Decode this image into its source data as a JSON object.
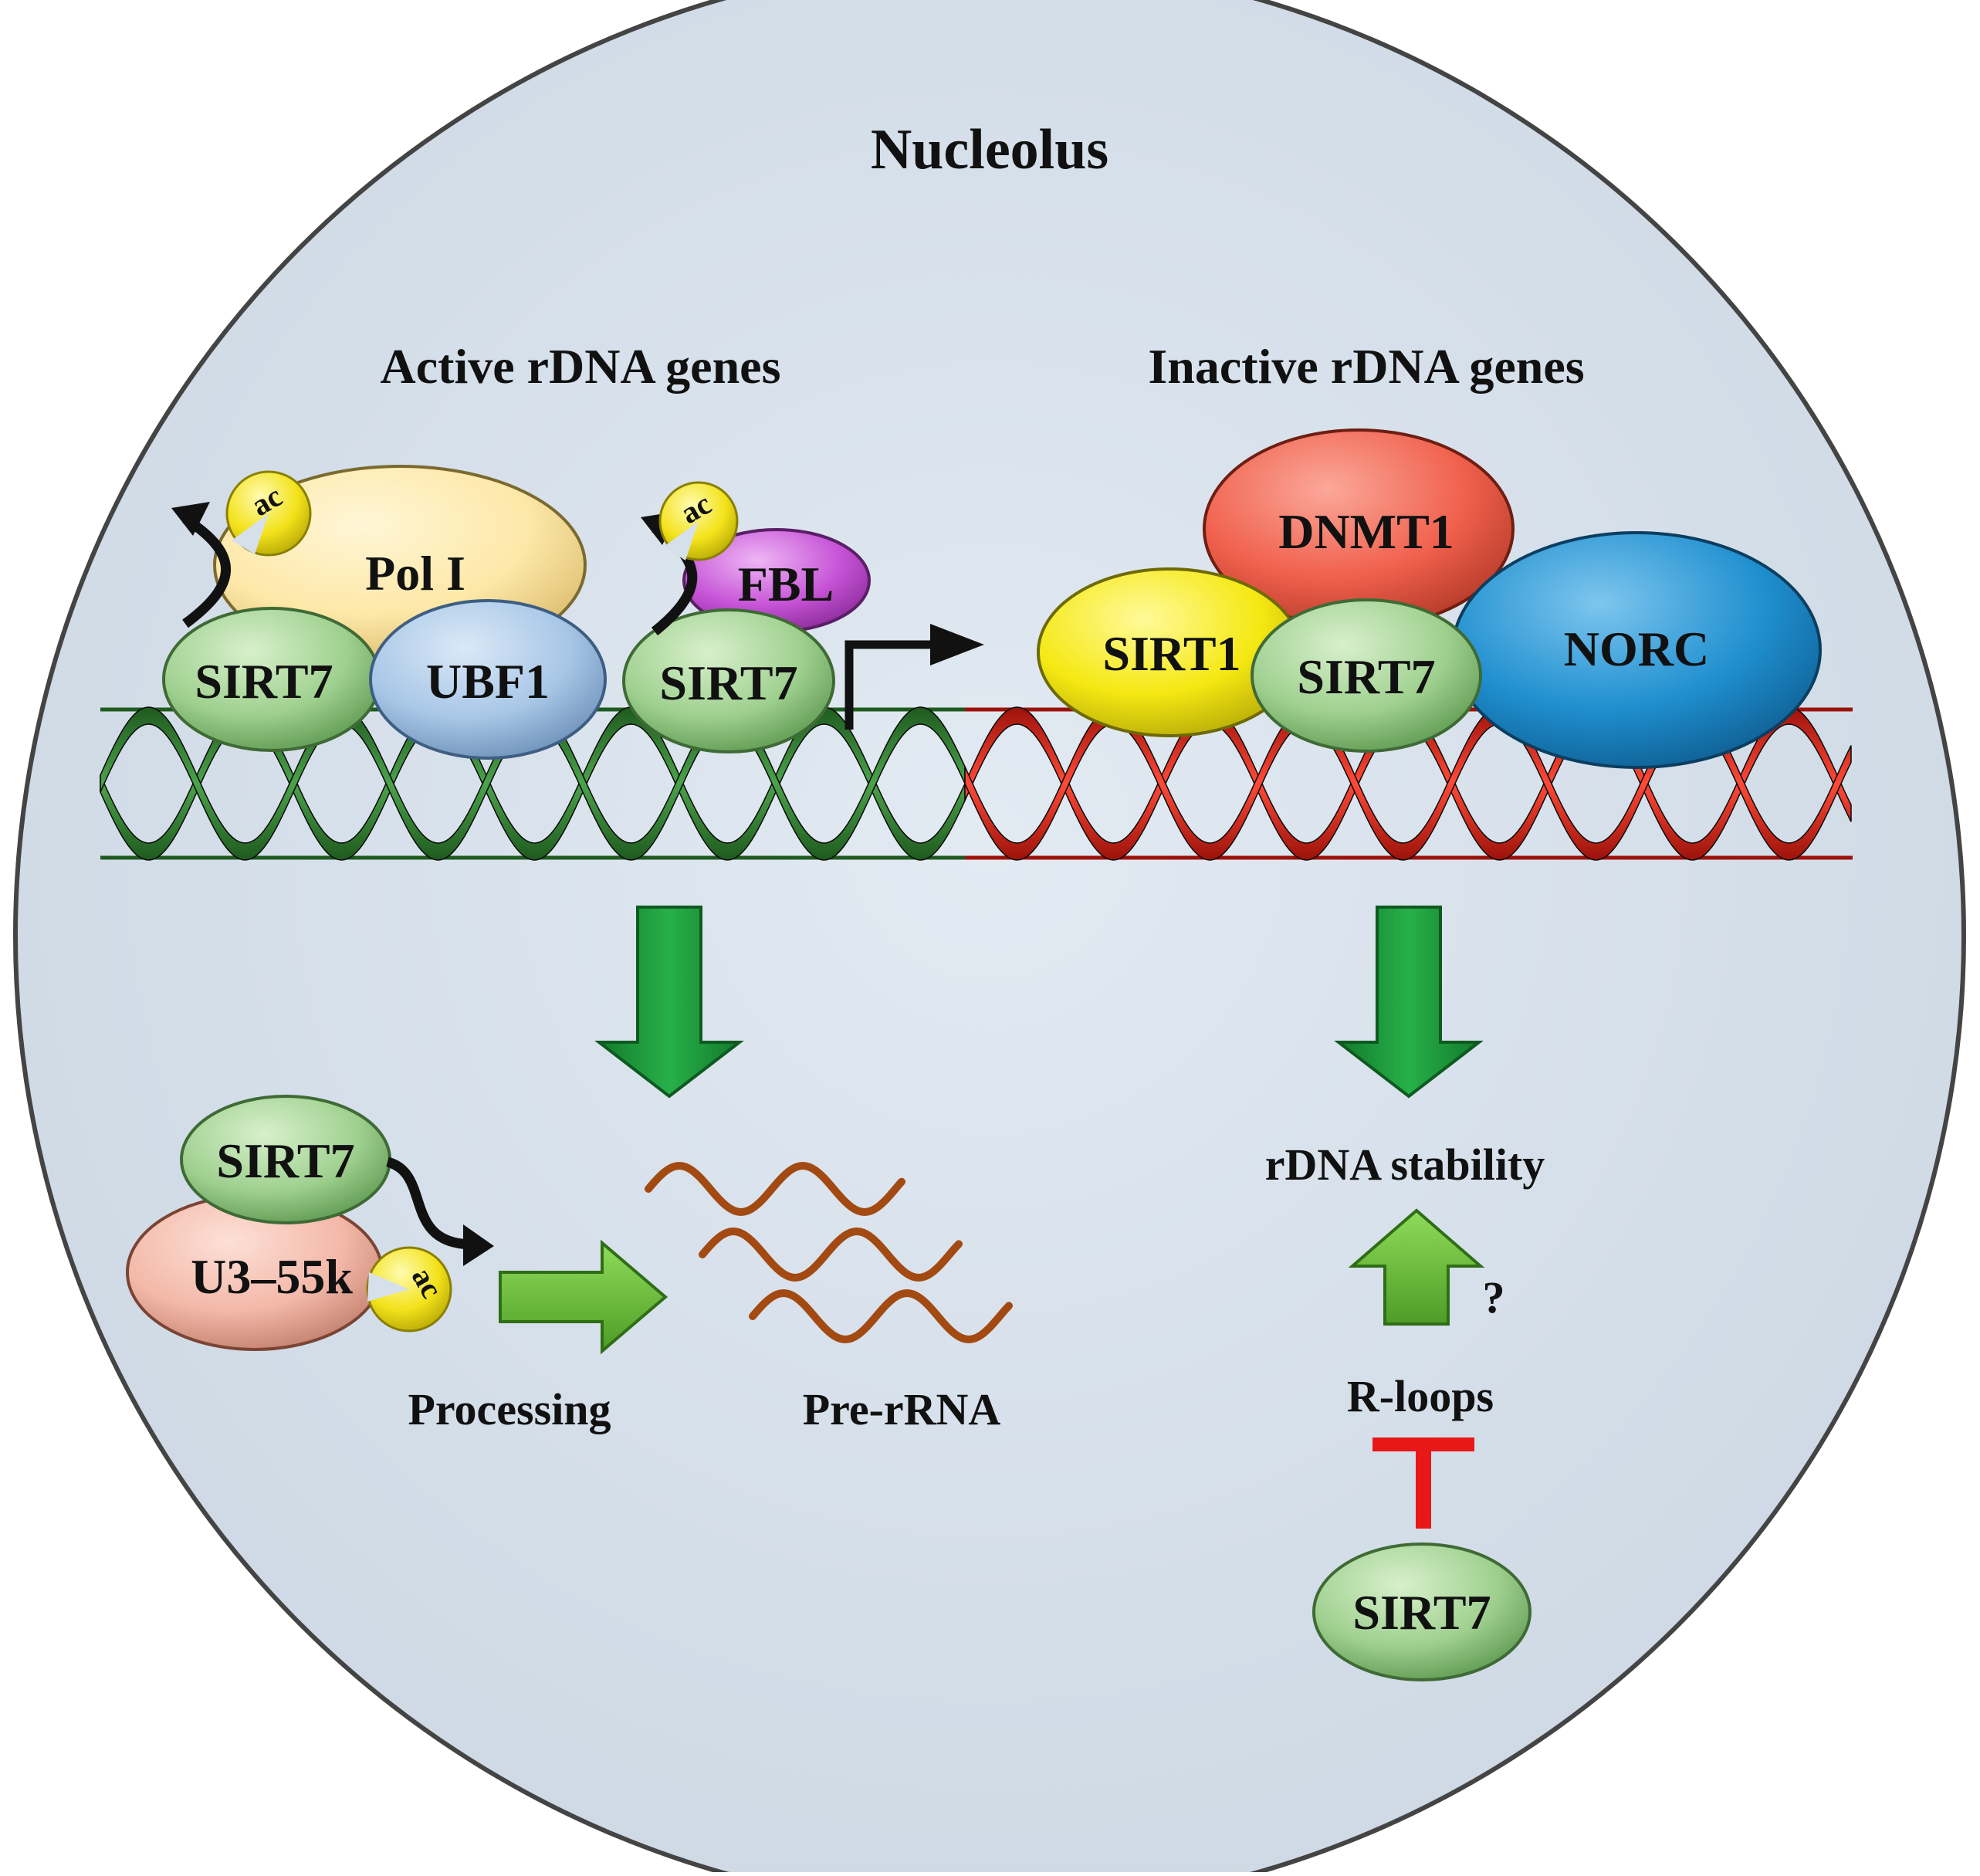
{
  "title": "Nucleolus",
  "active_section": {
    "heading": "Active rDNA genes",
    "proteins": {
      "pol_i": "Pol I",
      "sirt7_left": "SIRT7",
      "ubf1": "UBF1",
      "fbl": "FBL",
      "sirt7_right": "SIRT7"
    },
    "acetyl_label": "ac"
  },
  "inactive_section": {
    "heading": "Inactive rDNA genes",
    "proteins": {
      "dnmt1": "DNMT1",
      "sirt1": "SIRT1",
      "sirt7": "SIRT7",
      "norc": "NORC"
    }
  },
  "processing": {
    "sirt7": "SIRT7",
    "u3_55k": "U3–55k",
    "acetyl_label": "ac",
    "processing_label": "Processing",
    "pre_rrna_label": "Pre-rRNA"
  },
  "stability": {
    "rdna_stability": "rDNA stability",
    "question": "?",
    "r_loops": "R-loops",
    "sirt7": "SIRT7"
  },
  "colors": {
    "nucleolus_fill": "#d6e0ea",
    "active_dna": "#2f7d2f",
    "inactive_dna": "#e8261a",
    "sirt7": "#9fd08f",
    "pol_i": "#fde8a8",
    "ubf1": "#a7c6e6",
    "fbl": "#c653d6",
    "dnmt1": "#f0604c",
    "sirt1": "#f5e812",
    "norc": "#1f8fcf",
    "u3_55k": "#f3b8a8",
    "acetyl": "#f3e21a",
    "arrow_green": "#1e9a3c",
    "arrow_light_green": "#6fc43a",
    "inhibit_red": "#e81818",
    "rna": "#a24a12"
  }
}
